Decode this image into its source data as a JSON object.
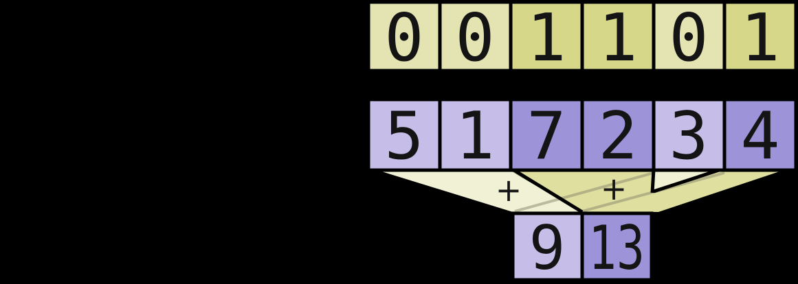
{
  "colors": {
    "background": "#000000",
    "border": "#000000",
    "digit": "#141414",
    "mask_off": "#e4e4b2",
    "mask_on": "#d7d78a",
    "value_off": "#c6bee8",
    "value_on": "#9c93d9",
    "funnel_light": "#f1f1d6",
    "funnel_dark": "#dfdf9f",
    "under_edge": "#8f8f73"
  },
  "mask_row": {
    "cells": [
      {
        "value": "0",
        "state": "off"
      },
      {
        "value": "0",
        "state": "off"
      },
      {
        "value": "1",
        "state": "on"
      },
      {
        "value": "1",
        "state": "on"
      },
      {
        "value": "0",
        "state": "off"
      },
      {
        "value": "1",
        "state": "on"
      }
    ]
  },
  "value_row": {
    "cells": [
      {
        "value": "5",
        "state": "off"
      },
      {
        "value": "1",
        "state": "off"
      },
      {
        "value": "7",
        "state": "on"
      },
      {
        "value": "2",
        "state": "on"
      },
      {
        "value": "3",
        "state": "off"
      },
      {
        "value": "4",
        "state": "on"
      }
    ]
  },
  "result_row": {
    "cells": [
      {
        "value": "9",
        "state": "off"
      },
      {
        "value": "13",
        "state": "on"
      }
    ]
  },
  "operators": {
    "left_plus": "+",
    "right_plus": "+"
  }
}
